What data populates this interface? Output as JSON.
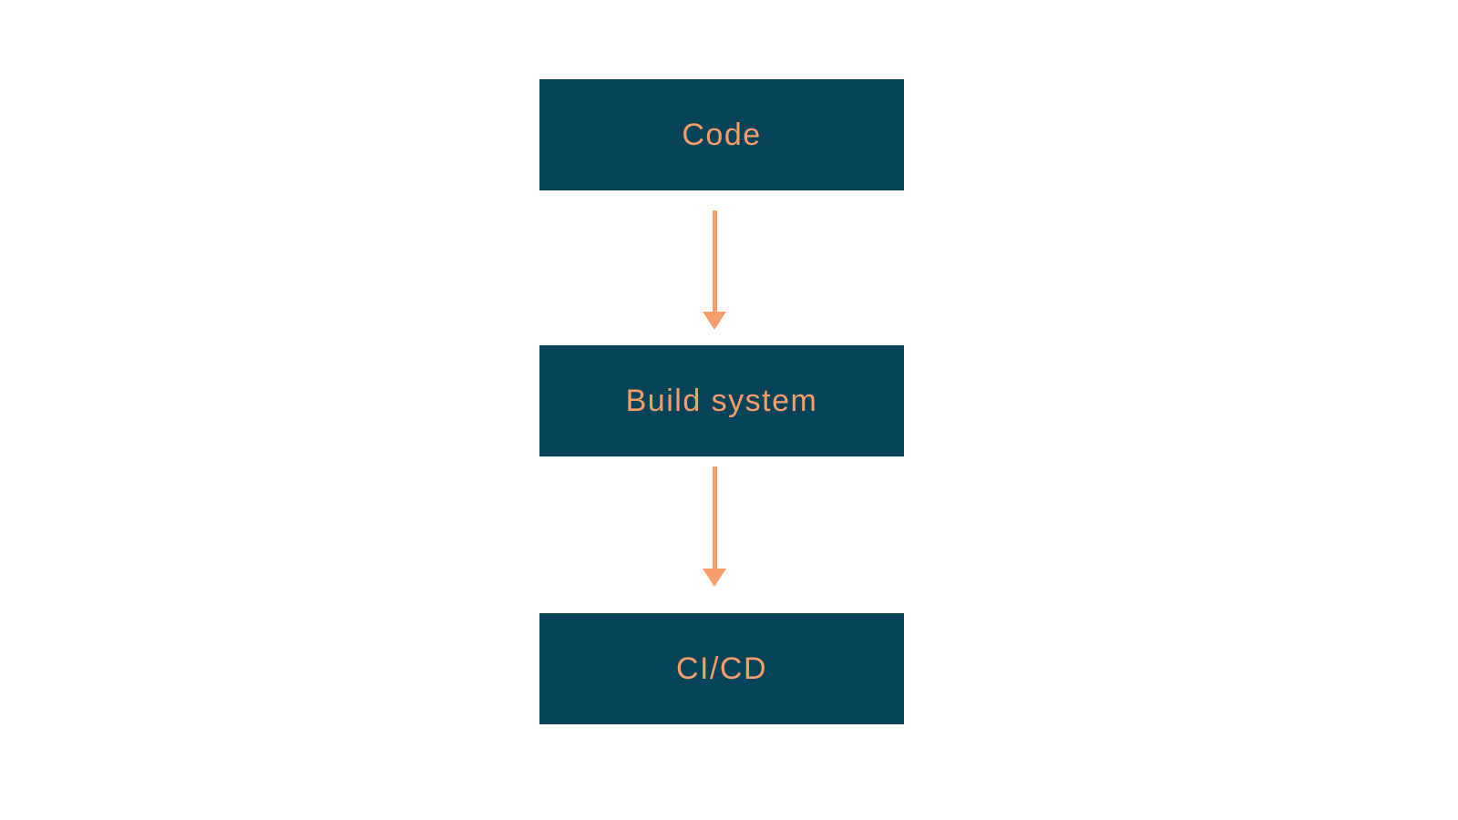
{
  "diagram": {
    "title": "",
    "colors": {
      "background": "#ffffff",
      "box": "#07445a",
      "accent": "#f79e6b"
    },
    "nodes": [
      {
        "id": "code",
        "label": "Code"
      },
      {
        "id": "build",
        "label": "Build system"
      },
      {
        "id": "cicd",
        "label": "CI/CD"
      }
    ],
    "edges": [
      {
        "from": "code",
        "to": "build",
        "direction": "down"
      },
      {
        "from": "build",
        "to": "cicd",
        "direction": "down"
      }
    ]
  }
}
